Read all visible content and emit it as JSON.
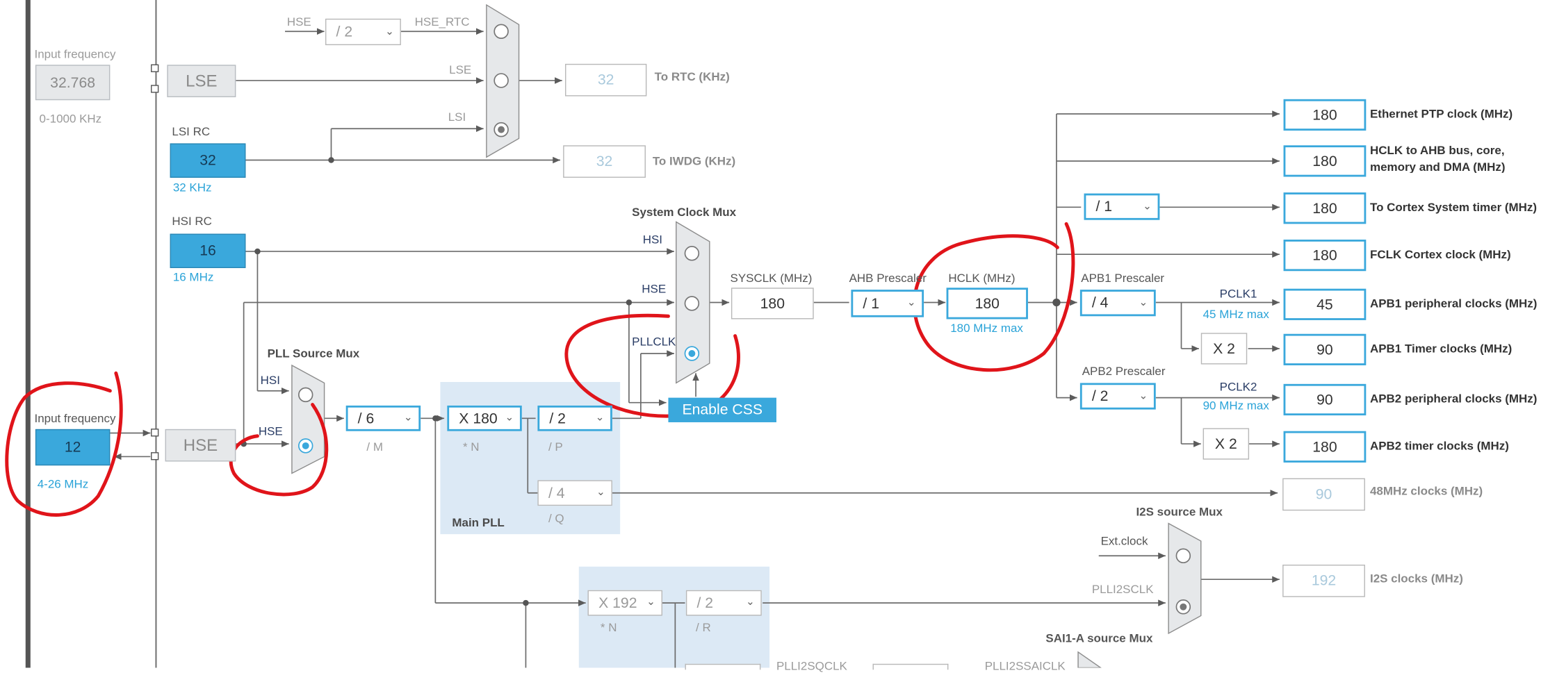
{
  "osc": {
    "lse_input_label": "Input frequency",
    "lse_input_value": "32.768",
    "lse_range": "0-1000 KHz",
    "lse_label": "LSE",
    "lsi_title": "LSI RC",
    "lsi_value": "32",
    "lsi_unit": "32 KHz",
    "hsi_title": "HSI RC",
    "hsi_value": "16",
    "hsi_unit": "16 MHz",
    "hse_input_label": "Input frequency",
    "hse_input_value": "12",
    "hse_range": "4-26 MHz",
    "hse_label": "HSE"
  },
  "rtc": {
    "hse_in_label": "HSE",
    "div": "/ 2",
    "hse_rtc_label": "HSE_RTC",
    "lse_wire_label": "LSE",
    "lsi_wire_label": "LSI",
    "rtc_value": "32",
    "rtc_label": "To RTC (KHz)",
    "iwdg_value": "32",
    "iwdg_label": "To IWDG (KHz)"
  },
  "pll": {
    "source_mux_title": "PLL Source Mux",
    "src_hsi": "HSI",
    "src_hse": "HSE",
    "m_value": "/ 6",
    "m_label": "/ M",
    "n_value": "X 180",
    "n_label": "* N",
    "p_value": "/ 2",
    "p_label": "/ P",
    "q_value": "/ 4",
    "q_label": "/ Q",
    "main_pll_title": "Main PLL"
  },
  "sysclk": {
    "mux_title": "System Clock Mux",
    "hsi": "HSI",
    "hse": "HSE",
    "pllclk": "PLLCLK",
    "enable_css": "Enable CSS",
    "sysclk_label": "SYSCLK (MHz)",
    "sysclk_value": "180",
    "ahb_label": "AHB Prescaler",
    "ahb_value": "/ 1",
    "hclk_label": "HCLK (MHz)",
    "hclk_value": "180",
    "hclk_max": "180 MHz max"
  },
  "bus": {
    "cortex_div": "/ 1",
    "apb1_label": "APB1 Prescaler",
    "apb1_value": "/ 4",
    "pclk1_label": "PCLK1",
    "pclk1_max": "45 MHz max",
    "apb1_x2": "X 2",
    "apb2_label": "APB2 Prescaler",
    "apb2_value": "/ 2",
    "pclk2_label": "PCLK2",
    "pclk2_max": "90 MHz max",
    "apb2_x2": "X 2"
  },
  "outputs": [
    {
      "value": "180",
      "label": "Ethernet PTP clock (MHz)"
    },
    {
      "value": "180",
      "label": "HCLK to AHB bus, core,",
      "label2": "memory and DMA (MHz)"
    },
    {
      "value": "180",
      "label": "To Cortex System timer (MHz)"
    },
    {
      "value": "180",
      "label": "FCLK Cortex clock (MHz)"
    },
    {
      "value": "45",
      "label": "APB1 peripheral clocks (MHz)"
    },
    {
      "value": "90",
      "label": "APB1 Timer clocks (MHz)"
    },
    {
      "value": "90",
      "label": "APB2 peripheral clocks (MHz)"
    },
    {
      "value": "180",
      "label": "APB2 timer clocks (MHz)"
    },
    {
      "value": "90",
      "label": "48MHz clocks (MHz)"
    },
    {
      "value": "192",
      "label": "I2S clocks (MHz)"
    }
  ],
  "i2s": {
    "mux_title": "I2S source Mux",
    "ext_clock": "Ext.clock",
    "plli2sclk": "PLLI2SCLK",
    "n_value": "X 192",
    "n_label": "* N",
    "r_value": "/ 2",
    "r_label": "/ R",
    "plli2sqclk": "PLLI2SQCLK",
    "plli2ssaiclk": "PLLI2SSAICLK",
    "sai1a_title": "SAI1-A source Mux"
  },
  "colors": {
    "accent": "#3aa8dc",
    "pll_panel": "#dce9f5",
    "annotation": "#e0141a",
    "wire": "#6b6b6b"
  }
}
